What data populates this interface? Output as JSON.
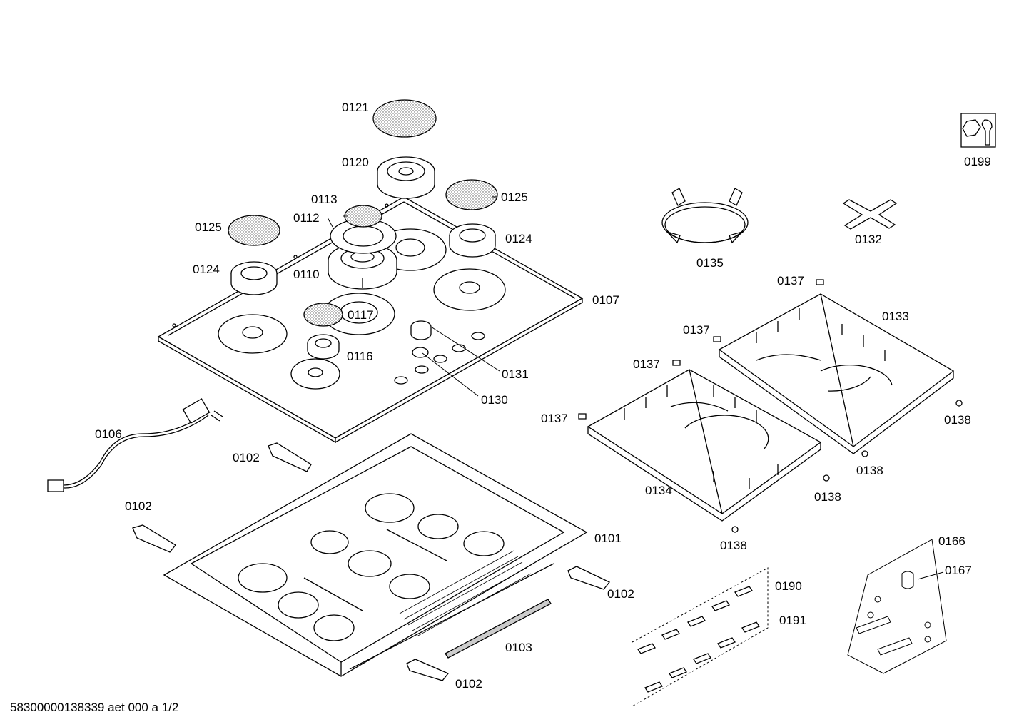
{
  "diagram": {
    "footer": "58300000138339 aet 000 a 1/2",
    "parts": [
      {
        "id": "p0121",
        "label": "0121"
      },
      {
        "id": "p0120",
        "label": "0120"
      },
      {
        "id": "p0125a",
        "label": "0125"
      },
      {
        "id": "p0125b",
        "label": "0125"
      },
      {
        "id": "p0113",
        "label": "0113"
      },
      {
        "id": "p0112",
        "label": "0112"
      },
      {
        "id": "p0124a",
        "label": "0124"
      },
      {
        "id": "p0124b",
        "label": "0124"
      },
      {
        "id": "p0110",
        "label": "0110"
      },
      {
        "id": "p0107",
        "label": "0107"
      },
      {
        "id": "p0117",
        "label": "0117"
      },
      {
        "id": "p0116",
        "label": "0116"
      },
      {
        "id": "p0131",
        "label": "0131"
      },
      {
        "id": "p0130",
        "label": "0130"
      },
      {
        "id": "p0199",
        "label": "0199"
      },
      {
        "id": "p0135",
        "label": "0135"
      },
      {
        "id": "p0132",
        "label": "0132"
      },
      {
        "id": "p0137a",
        "label": "0137"
      },
      {
        "id": "p0137b",
        "label": "0137"
      },
      {
        "id": "p0137c",
        "label": "0137"
      },
      {
        "id": "p0137d",
        "label": "0137"
      },
      {
        "id": "p0133",
        "label": "0133"
      },
      {
        "id": "p0138a",
        "label": "0138"
      },
      {
        "id": "p0138b",
        "label": "0138"
      },
      {
        "id": "p0138c",
        "label": "0138"
      },
      {
        "id": "p0138d",
        "label": "0138"
      },
      {
        "id": "p0134",
        "label": "0134"
      },
      {
        "id": "p0106",
        "label": "0106"
      },
      {
        "id": "p0102a",
        "label": "0102"
      },
      {
        "id": "p0102b",
        "label": "0102"
      },
      {
        "id": "p0102c",
        "label": "0102"
      },
      {
        "id": "p0102d",
        "label": "0102"
      },
      {
        "id": "p0101",
        "label": "0101"
      },
      {
        "id": "p0103",
        "label": "0103"
      },
      {
        "id": "p0166",
        "label": "0166"
      },
      {
        "id": "p0167",
        "label": "0167"
      },
      {
        "id": "p0190",
        "label": "0190"
      },
      {
        "id": "p0191",
        "label": "0191"
      }
    ]
  }
}
